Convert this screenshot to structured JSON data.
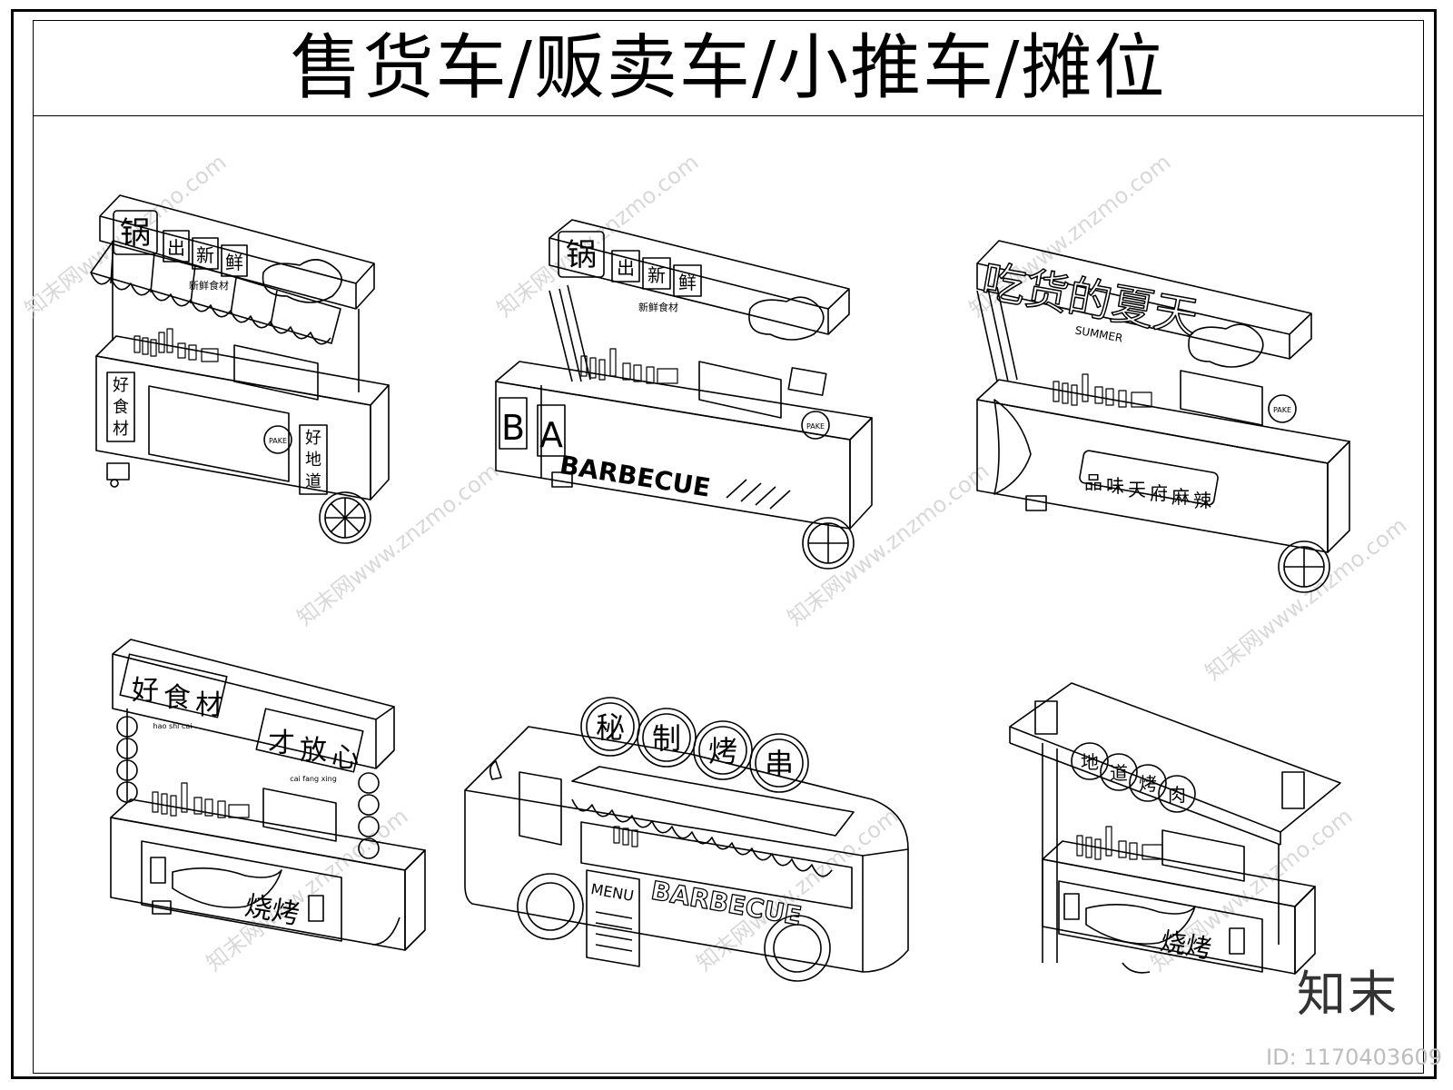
{
  "title": "售货车/贩卖车/小推车/摊位",
  "watermark": "知末网www.znzmo.com",
  "logo": "知末",
  "image_id": "ID: 1170403609",
  "carts": [
    {
      "sign_chars": [
        "锅",
        "出",
        "新",
        "鲜"
      ],
      "sign_sub": "新鲜食材",
      "side_left": [
        "好",
        "食",
        "材"
      ],
      "side_right": [
        "好",
        "地",
        "道"
      ],
      "badge": "PAKE"
    },
    {
      "sign_chars": [
        "锅",
        "出",
        "新",
        "鲜"
      ],
      "sign_sub": "新鲜食材",
      "letters": [
        "B",
        "A"
      ],
      "brand": "BARBECUE",
      "badge": "PAKE"
    },
    {
      "sign": "吃货的夏天",
      "sign_en": "SUMMER",
      "panel": [
        "品",
        "味",
        "天",
        "府",
        "麻",
        "辣"
      ],
      "badge": "PAKE"
    },
    {
      "sign_left": [
        "好",
        "食",
        "材"
      ],
      "sign_left_sub": "hao shi cai",
      "sign_right": [
        "才",
        "放",
        "心"
      ],
      "sign_right_sub": "cai fang xing",
      "panel_text": "烧烤"
    },
    {
      "roof_chars": [
        "秘",
        "制",
        "烤",
        "串"
      ],
      "menu": "MENU",
      "brand": "BARBECUE"
    },
    {
      "sign_chars": [
        "地",
        "道",
        "烤",
        "肉"
      ],
      "panel_text": "烧烤"
    }
  ],
  "colors": {
    "line": "#000000",
    "watermark": "#d8d8d8",
    "id": "#bdbdbd"
  }
}
